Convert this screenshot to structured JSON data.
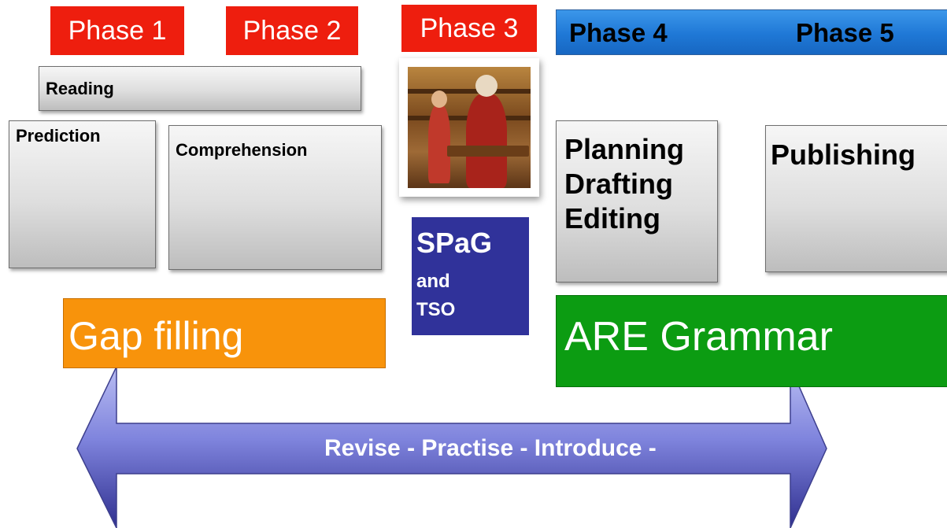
{
  "phases": {
    "phase1": "Phase 1",
    "phase2": "Phase 2",
    "phase3": "Phase 3",
    "phase4": "Phase 4",
    "phase5": "Phase 5"
  },
  "boxes": {
    "reading": "Reading",
    "prediction": "Prediction",
    "comprehension": "Comprehension",
    "planning": "Planning",
    "drafting": "Drafting",
    "editing": "Editing",
    "publishing": "Publishing"
  },
  "spag": {
    "line1": "SPaG",
    "line2": "and",
    "line3": "TSO"
  },
  "gap_filling": "Gap filling",
  "are_grammar": "ARE Grammar",
  "arrow_label": "Revise - Practise - Introduce -",
  "colors": {
    "phase_red": "#ee1e0e",
    "phase_blue": "#1f78d6",
    "spag_navy": "#30329a",
    "gap_orange": "#f8930b",
    "are_green": "#0c9c12",
    "arrow_purple": "#5a5fc8"
  }
}
